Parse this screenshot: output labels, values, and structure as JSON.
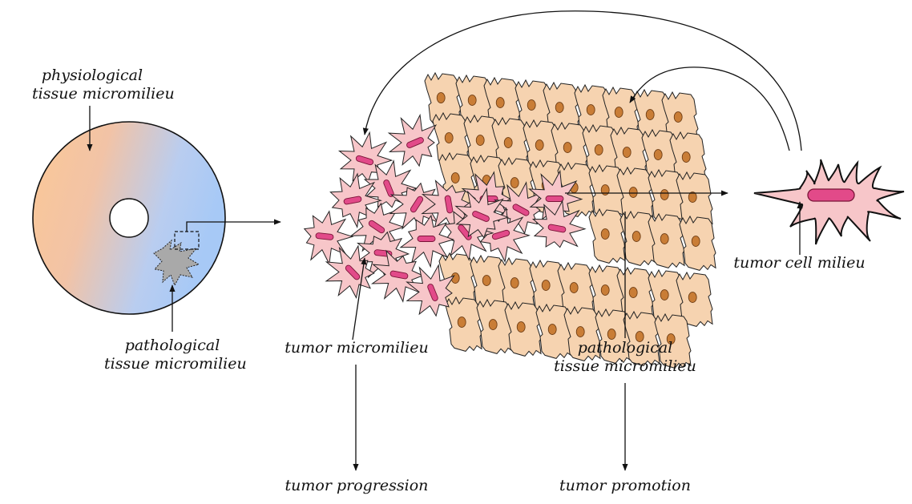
{
  "labels": {
    "physiological": [
      "physiological",
      "tissue micromilieu"
    ],
    "pathological_left": [
      "pathological",
      "tissue micromilieu"
    ],
    "tumor_micromilieu": "tumor micromilieu",
    "pathological_center": [
      "pathological",
      "tissue micromilieu"
    ],
    "tumor_cell_milieu": "tumor cell milieu",
    "tumor_progression": "tumor progression",
    "tumor_promotion": "tumor promotion"
  },
  "colors": {
    "tissue_gradient": [
      "#fbc896",
      "#f2c3a6",
      "#b9cdf0",
      "#a7c9f6"
    ],
    "epithelial_cell_fill": "#f6d3b0",
    "nucleus_fill": "#c97d36",
    "tumor_cell_fill": "#f7c6c9",
    "tumor_nucleus_fill": "#e24a89",
    "lesion_fill": "#a9a9a9"
  },
  "icons": {
    "disc": "tissue-disc",
    "tumor_cell": "spiky-tumor-cell",
    "epithelial_cell": "epithelial-cell"
  }
}
